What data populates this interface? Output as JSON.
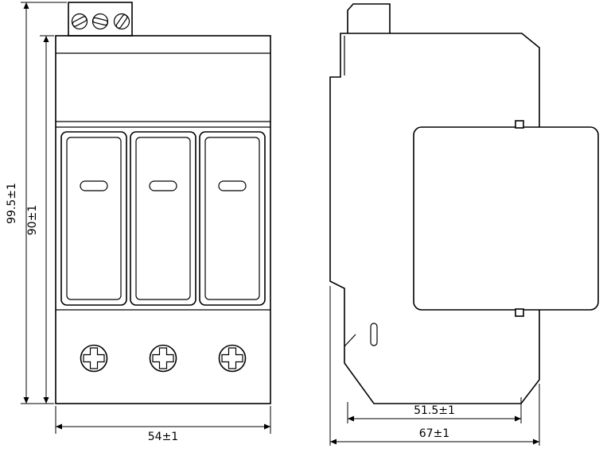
{
  "dimensions": {
    "front": {
      "overall_height": "99.5±1",
      "body_height": "90±1",
      "width": "54±1"
    },
    "side": {
      "inner_depth": "51.5±1",
      "overall_depth": "67±1"
    }
  },
  "colors": {
    "line": "#000000",
    "background": "#ffffff"
  }
}
